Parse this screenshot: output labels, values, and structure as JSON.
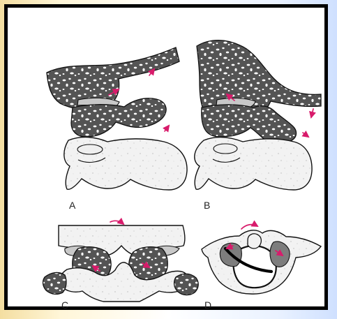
{
  "figure": {
    "panels": [
      {
        "label": "A"
      },
      {
        "label": "B"
      },
      {
        "label": "C"
      },
      {
        "label": "D"
      }
    ]
  },
  "colors": {
    "arrow": "#d81b6b",
    "frame": "#000000",
    "background_left": "#f4dea1",
    "background_right": "#cfe0ff"
  }
}
